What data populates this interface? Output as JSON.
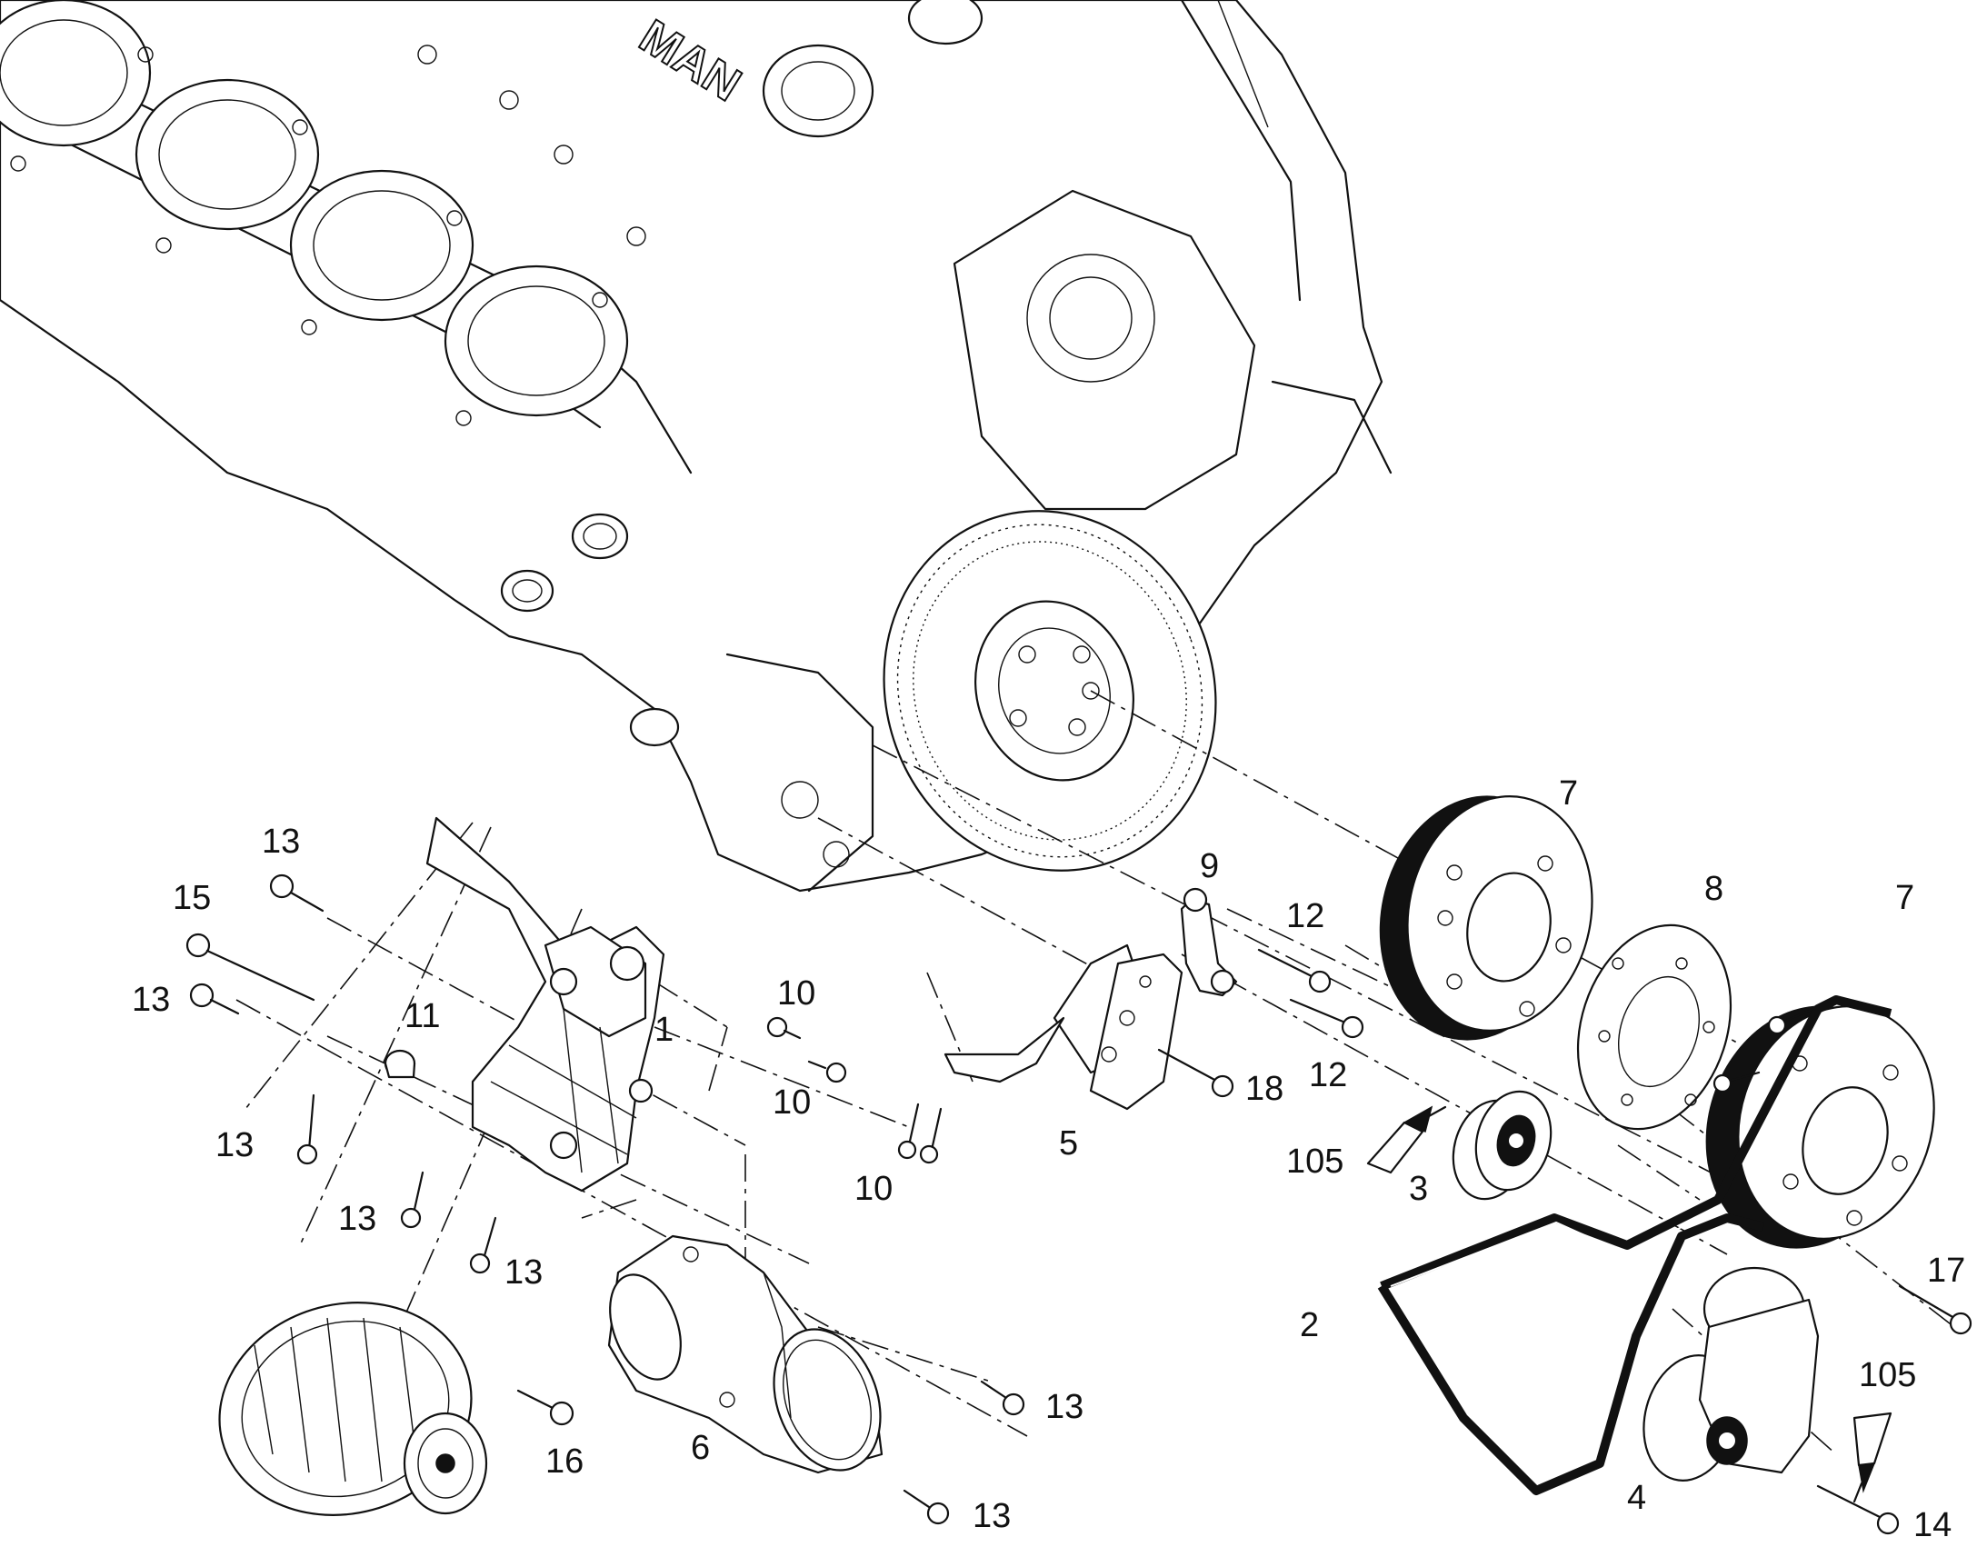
{
  "diagram": {
    "engine_block_lettering": "MAN",
    "callouts": {
      "c1": "1",
      "c2": "2",
      "c3": "3",
      "c4": "4",
      "c5": "5",
      "c6": "6",
      "c7a": "7",
      "c7b": "7",
      "c8": "8",
      "c9": "9",
      "c10a": "10",
      "c10b": "10",
      "c10c": "10",
      "c11": "11",
      "c12a": "12",
      "c12b": "12",
      "c13a": "13",
      "c13b": "13",
      "c13c": "13",
      "c13d": "13",
      "c13e": "13",
      "c13f": "13",
      "c13g": "13",
      "c14": "14",
      "c15": "15",
      "c16": "16",
      "c17": "17",
      "c18": "18",
      "c105a": "105",
      "c105b": "105"
    }
  }
}
